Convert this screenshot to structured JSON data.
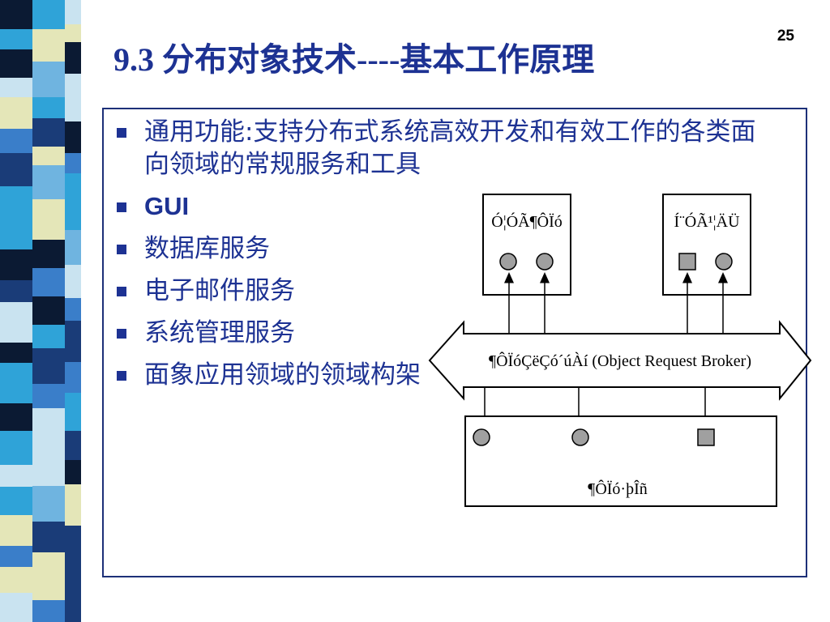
{
  "slide": {
    "number": "25",
    "title": "9.3 分布对象技术----基本工作原理"
  },
  "bullets": [
    {
      "text": "通用功能:支持分布式系统高效开发和有效工作的各类面向领域的常规服务和工具"
    },
    {
      "text": "GUI"
    },
    {
      "text": "数据库服务"
    },
    {
      "text": "电子邮件服务"
    },
    {
      "text": "系统管理服务"
    },
    {
      "text": "面象应用领域的领域构架"
    }
  ],
  "diagram": {
    "client_box_label": "Ó¦ÓÃ¶ÔÏó",
    "facility_box_label": "Í¨ÓÃ¹¦ÄÜ",
    "orb_label": "¶ÔÏóÇëÇó´úÀí (Object  Request  Broker)",
    "services_box_label": "¶ÔÏó·þÎñ"
  },
  "colors": {
    "title": "#1d3293",
    "bullet_text": "#1d3293",
    "frame_border": "#1d3078",
    "node_fill": "#a0a0a0"
  }
}
